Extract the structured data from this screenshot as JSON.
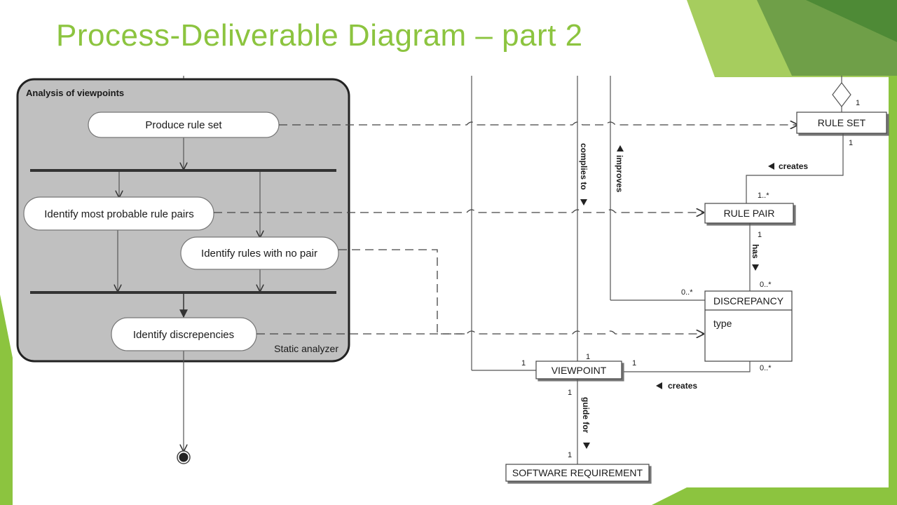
{
  "slide": {
    "title": "Process-Deliverable Diagram – part 2",
    "colors": {
      "title": "#8cc43f",
      "accent_green": "#8cc43f",
      "dark_green": "#5e9a3a"
    }
  },
  "activity": {
    "group_title": "Analysis of viewpoints",
    "group_footer": "Static analyzer",
    "steps": [
      "Produce rule set",
      "Identify most probable rule pairs",
      "Identify rules with no pair",
      "Identify discrepencies"
    ]
  },
  "concepts": {
    "rule_set": "RULE SET",
    "rule_pair": "RULE PAIR",
    "discrepancy": "DISCREPANCY",
    "discrepancy_attribute": "type",
    "viewpoint": "VIEWPOINT",
    "software_requirement": "SOFTWARE REQUIREMENT"
  },
  "associations": {
    "creates_rule_pair": "creates",
    "has": "has",
    "complies_to": "complies to",
    "improves": "improves",
    "creates_discrepancy": "creates",
    "guide_for": "guide for"
  },
  "multiplicities": {
    "ruleset_aggregation": "1",
    "ruleset_bottom": "1",
    "rulepair_top": "1..*",
    "rulepair_bottom": "1",
    "discrepancy_has": "0..*",
    "discrepancy_improves": "0..*",
    "discrepancy_creates": "0..*",
    "viewpoint_left": "1",
    "viewpoint_top": "1",
    "viewpoint_right": "1",
    "viewpoint_bottom": "1",
    "requirement_top": "1"
  }
}
